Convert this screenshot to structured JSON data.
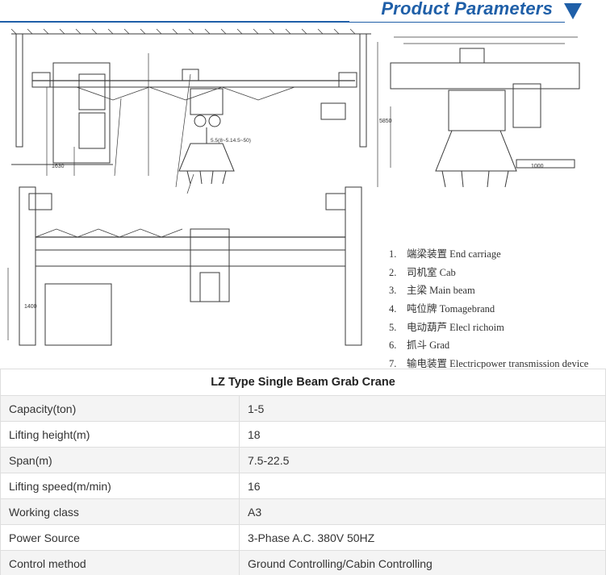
{
  "header": {
    "title": "Product Parameters"
  },
  "drawing": {
    "dimension_labels": [
      "1630",
      "1000",
      "1400",
      "5850"
    ],
    "annotation": "5.5(8~5.14.5~50)",
    "parts": [
      {
        "number": "1.",
        "label": "端梁装置 End carriage"
      },
      {
        "number": "2.",
        "label": "司机室 Cab"
      },
      {
        "number": "3.",
        "label": "主梁 Main beam"
      },
      {
        "number": "4.",
        "label": "吨位牌 Tomagebrand"
      },
      {
        "number": "5.",
        "label": "电动葫芦 Elecl richoim"
      },
      {
        "number": "6.",
        "label": "抓斗 Grad"
      },
      {
        "number": "7.",
        "label": "输电装置 Electricpower transmission device"
      }
    ]
  },
  "table": {
    "caption": "LZ Type Single Beam Grab Crane",
    "rows": [
      {
        "label": "Capacity(ton)",
        "value": "1-5"
      },
      {
        "label": "Lifting height(m)",
        "value": "18"
      },
      {
        "label": "Span(m)",
        "value": "7.5-22.5"
      },
      {
        "label": "Lifting speed(m/min)",
        "value": "16"
      },
      {
        "label": "Working class",
        "value": "A3"
      },
      {
        "label": "Power Source",
        "value": "3-Phase A.C. 380V 50HZ"
      },
      {
        "label": "Control method",
        "value": "Ground Controlling/Cabin Controlling"
      }
    ]
  }
}
